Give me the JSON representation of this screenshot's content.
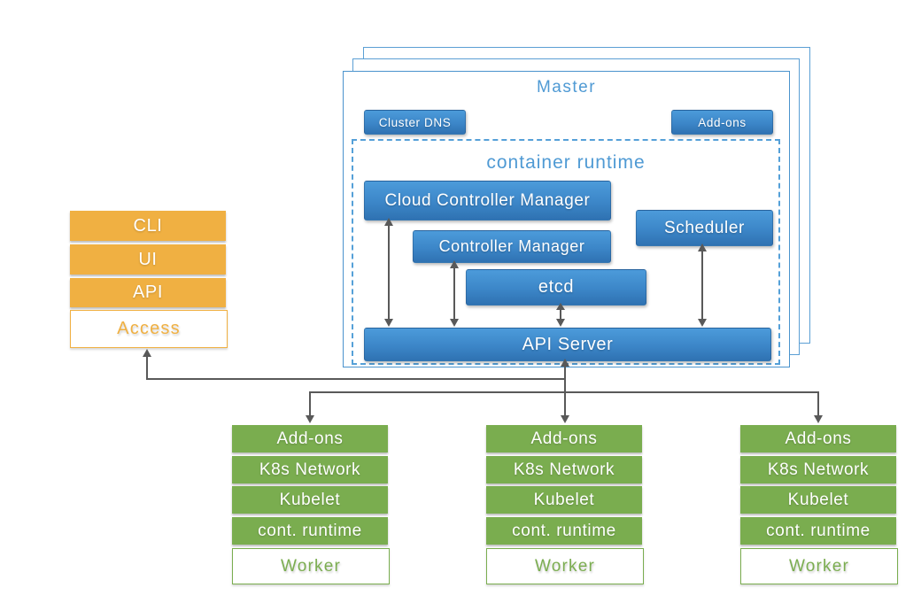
{
  "colors": {
    "blue_gradient_top": "#4c9bda",
    "blue_gradient_bottom": "#2f72b2",
    "light_blue_accent": "#4f9ad4",
    "orange_accent": "#f0b042",
    "green_accent": "#7aad4f",
    "connector_gray": "#595959"
  },
  "access_stack": {
    "items": [
      "CLI",
      "UI",
      "API"
    ],
    "label": "Access"
  },
  "master": {
    "title": "Master",
    "cluster_dns_label": "Cluster DNS",
    "addons_label": "Add-ons",
    "container_runtime": {
      "title": "container runtime",
      "cloud_controller_manager": "Cloud Controller Manager",
      "controller_manager": "Controller Manager",
      "etcd": "etcd",
      "scheduler": "Scheduler",
      "api_server": "API Server"
    }
  },
  "workers": [
    {
      "items": [
        "Add-ons",
        "K8s Network",
        "Kubelet",
        "cont. runtime"
      ],
      "label": "Worker"
    },
    {
      "items": [
        "Add-ons",
        "K8s Network",
        "Kubelet",
        "cont. runtime"
      ],
      "label": "Worker"
    },
    {
      "items": [
        "Add-ons",
        "K8s Network",
        "Kubelet",
        "cont. runtime"
      ],
      "label": "Worker"
    }
  ]
}
